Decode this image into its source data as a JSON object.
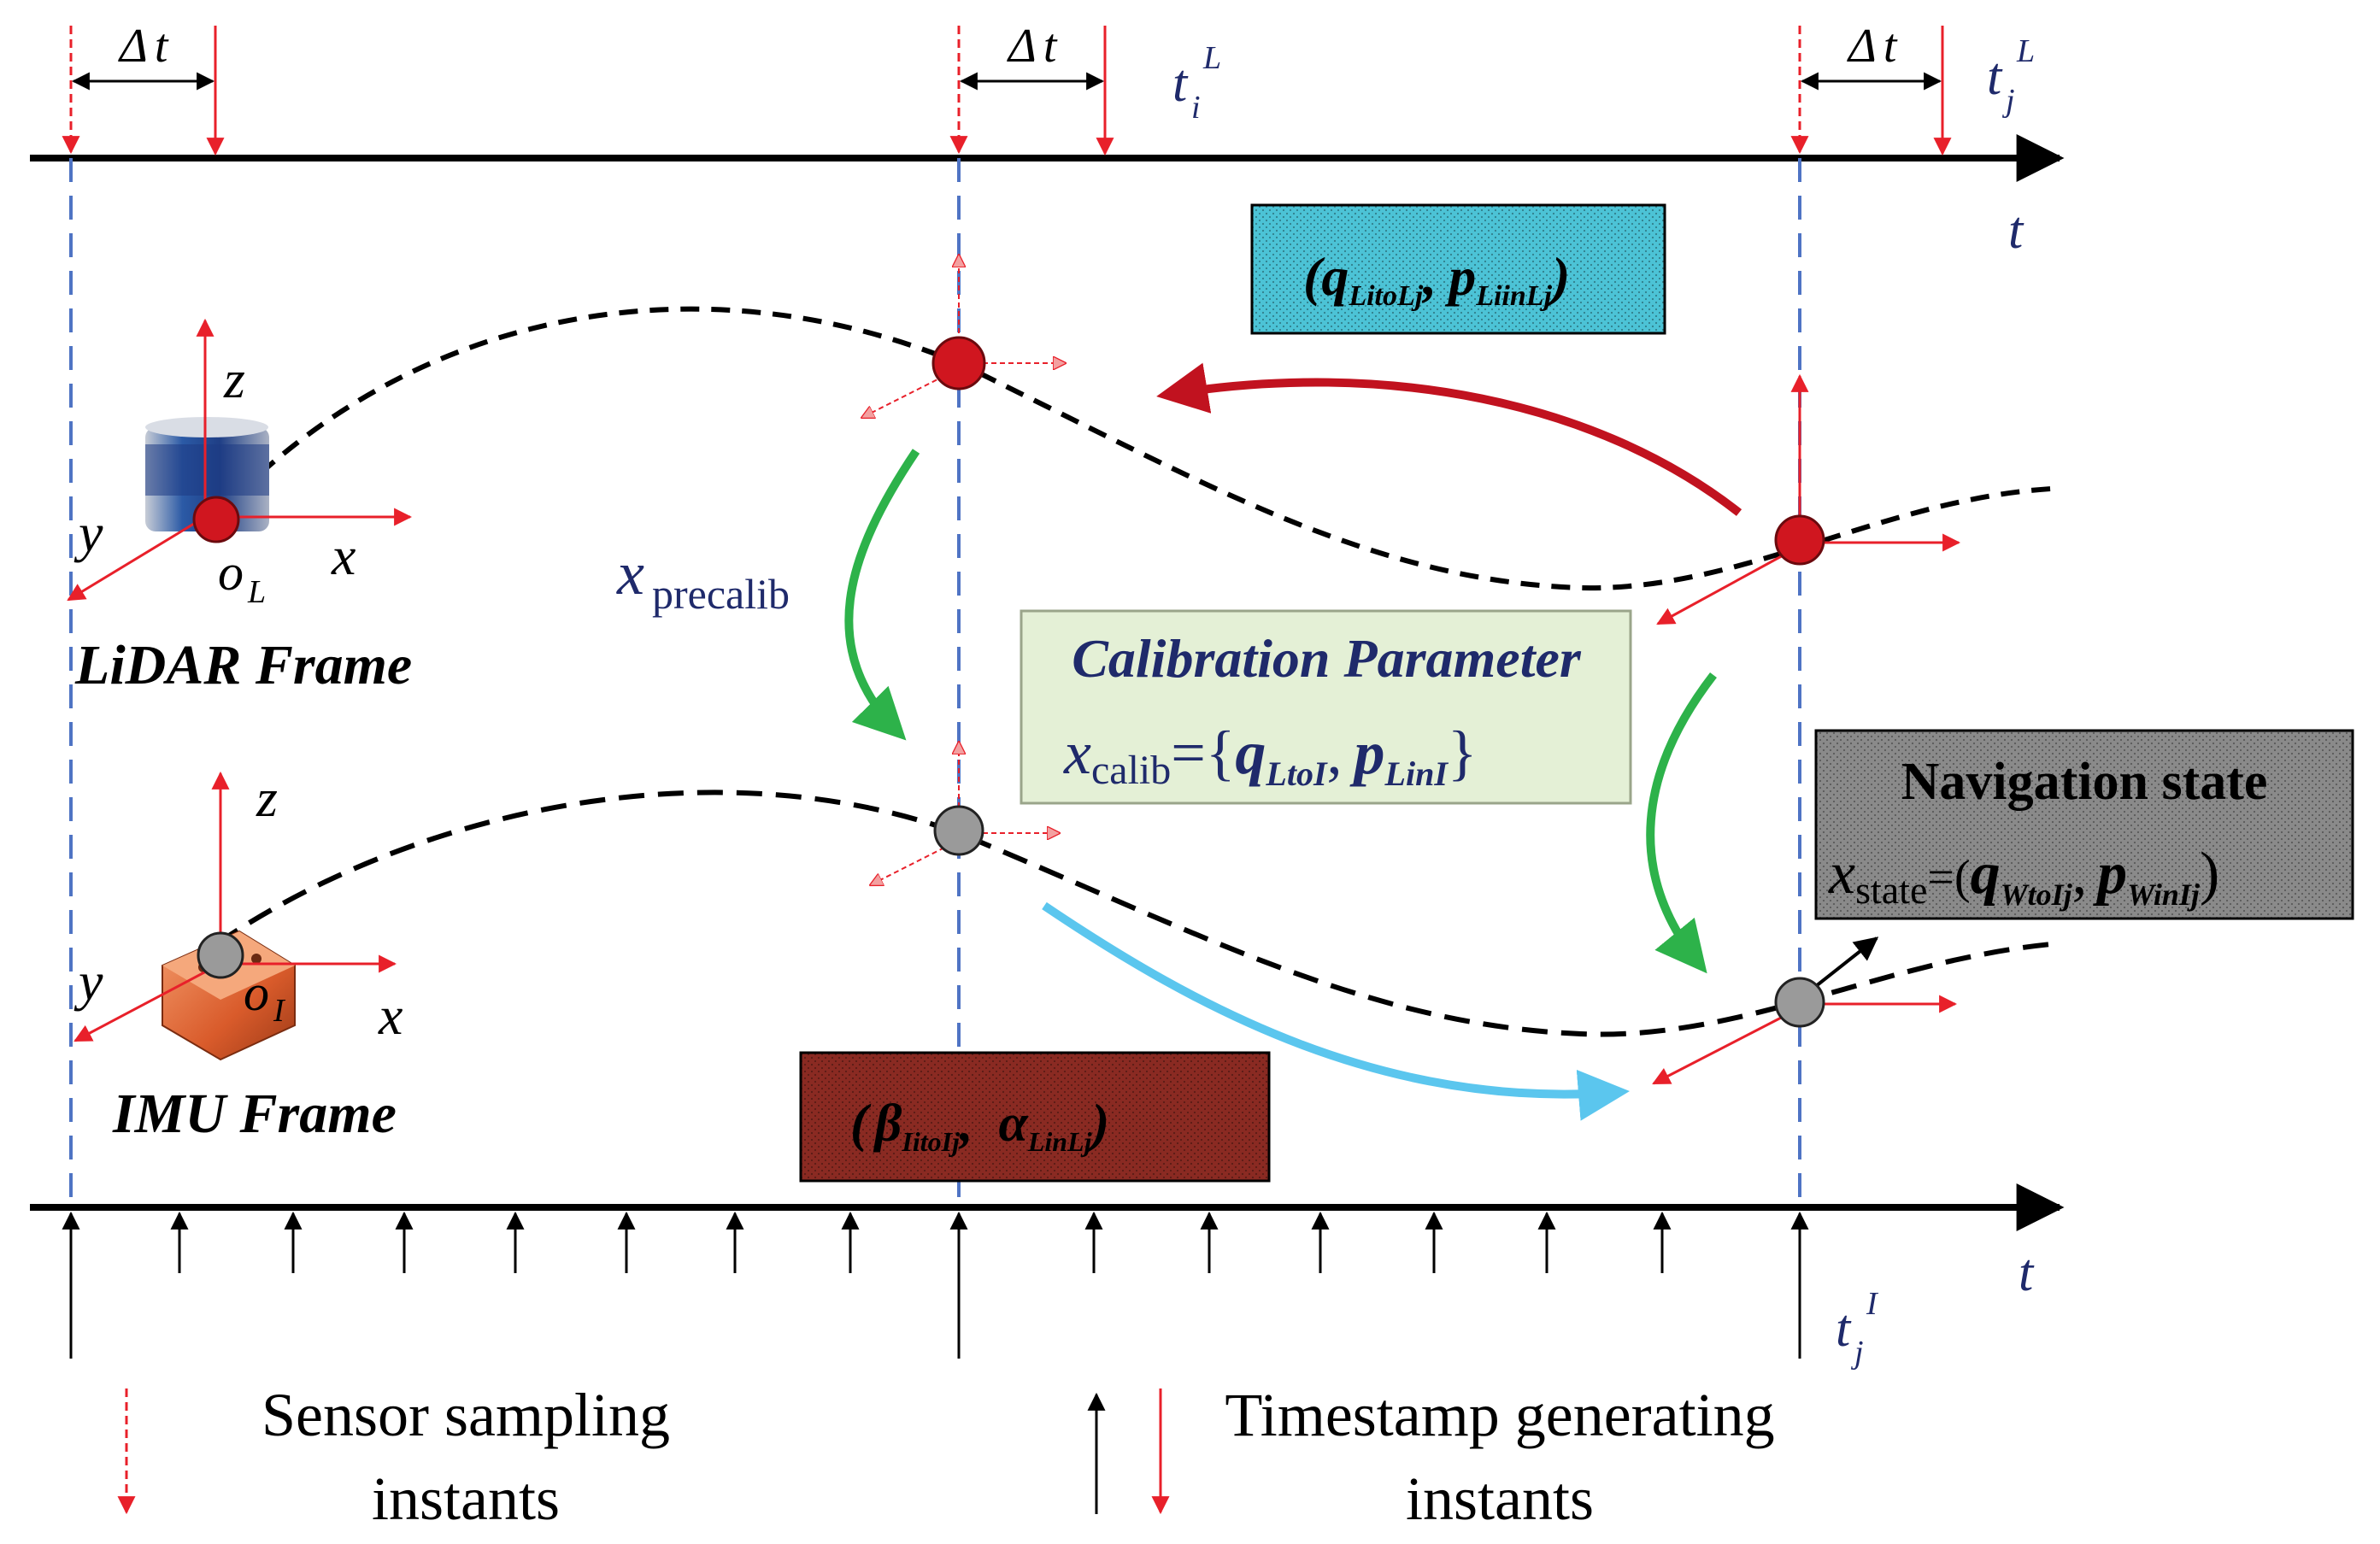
{
  "timeline": {
    "delta": "Δ",
    "delta_var": "t",
    "t_label": "t",
    "ti_L_base": "t",
    "ti_L_sub": "i",
    "ti_L_sup": "L",
    "tj_L_base": "t",
    "tj_L_sub": "j",
    "tj_L_sup": "L",
    "tj_I_base": "t",
    "tj_I_sub": "j",
    "tj_I_sup": "I"
  },
  "lidar": {
    "frame_title": "LiDAR Frame",
    "axis_z": "z",
    "axis_y": "y",
    "axis_x": "x",
    "origin_base": "o",
    "origin_sub": "L"
  },
  "imu": {
    "frame_title": "IMU Frame",
    "axis_z": "z",
    "axis_y": "y",
    "axis_x": "x",
    "origin_base": "o",
    "origin_sub": "I"
  },
  "precalib": {
    "base": "x",
    "sub": "precalib"
  },
  "box_lidar": {
    "open": "(",
    "q": "q",
    "q_sub": "LitoLj",
    "sep": ",",
    "p": "p",
    "p_sub": "LiinLj",
    "close": ")"
  },
  "box_calib": {
    "title": "Calibration Parameter",
    "x": "x",
    "x_sub": "calib",
    "eq": "={",
    "q": "q",
    "q_sub": "LtoI",
    "sep": ",",
    "p": "p",
    "p_sub": "LinI",
    "close": "}"
  },
  "box_nav": {
    "title": "Navigation state",
    "x": "x",
    "x_sub": "state",
    "eq": "=(",
    "q": "q",
    "q_sub": "WtoIj",
    "sep": ",",
    "p": "p",
    "p_sub": "WinIj",
    "close": ")"
  },
  "box_imu": {
    "open": "(",
    "beta": "β",
    "beta_sub": "IitoIj",
    "sep": ",",
    "alpha": "α",
    "alpha_sub": "LinLj",
    "close": ")"
  },
  "legend": {
    "sensor_line1": "Sensor sampling",
    "sensor_line2": "instants",
    "timestamp_line1": "Timestamp generating",
    "timestamp_line2": "instants"
  },
  "colors": {
    "red": "#e8202a",
    "dark_red": "#c1121f",
    "blue_dash": "#4f74c4",
    "navy": "#1f2a6b",
    "green": "#2db24a",
    "cyan": "#5bc6ee",
    "box_lidar": "#4cc3d6",
    "box_calib": "#e4f0d6",
    "box_nav": "#8a8a8a",
    "box_imu": "#8a2a22"
  }
}
